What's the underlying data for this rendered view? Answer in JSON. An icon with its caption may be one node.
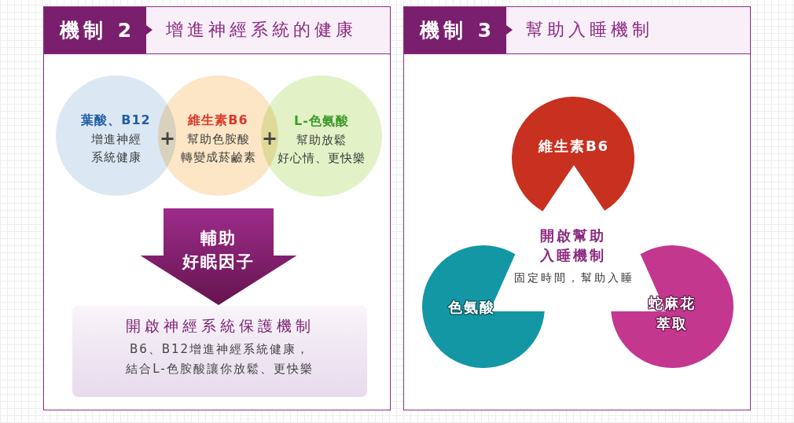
{
  "diagram": {
    "nodes": [
      {
        "text": [
          "機制 2",
          "增進神經系統的健康"
        ]
      },
      {
        "text": [
          "葉酸、B12",
          "增進神經系統健康"
        ],
        "in": 0
      },
      {
        "text": [
          "維生素B6",
          "幫助色胺酸轉變成菸鹼素"
        ],
        "in": 0
      },
      {
        "text": [
          "L-色氨酸",
          "幫助放鬆好心情、更快樂"
        ],
        "in": 0
      },
      {
        "text": [
          "開啟神經系統保護機制",
          "B6、B12增進神經系統健康，結合L-色胺酸讓你放鬆、更快樂"
        ],
        "in": 0
      },
      {
        "text": [
          "機制 3",
          "幫助入睡機制"
        ]
      },
      {
        "text": [
          "維生素B6"
        ],
        "in": 5
      },
      {
        "text": [
          "色氨酸"
        ],
        "in": 5
      },
      {
        "text": [
          "蛇麻花萃取"
        ],
        "in": 5
      }
    ],
    "edges": [
      {
        "from": 1,
        "to": 4,
        "arrow": "to"
      },
      {
        "from": 2,
        "to": 4,
        "arrow": "to",
        "label": "輔助好眠因子"
      },
      {
        "from": 3,
        "to": 4,
        "arrow": "to"
      }
    ],
    "labels": [
      "+",
      "+",
      "開啟幫助入睡機制",
      "固定時間，幫助入睡"
    ]
  }
}
